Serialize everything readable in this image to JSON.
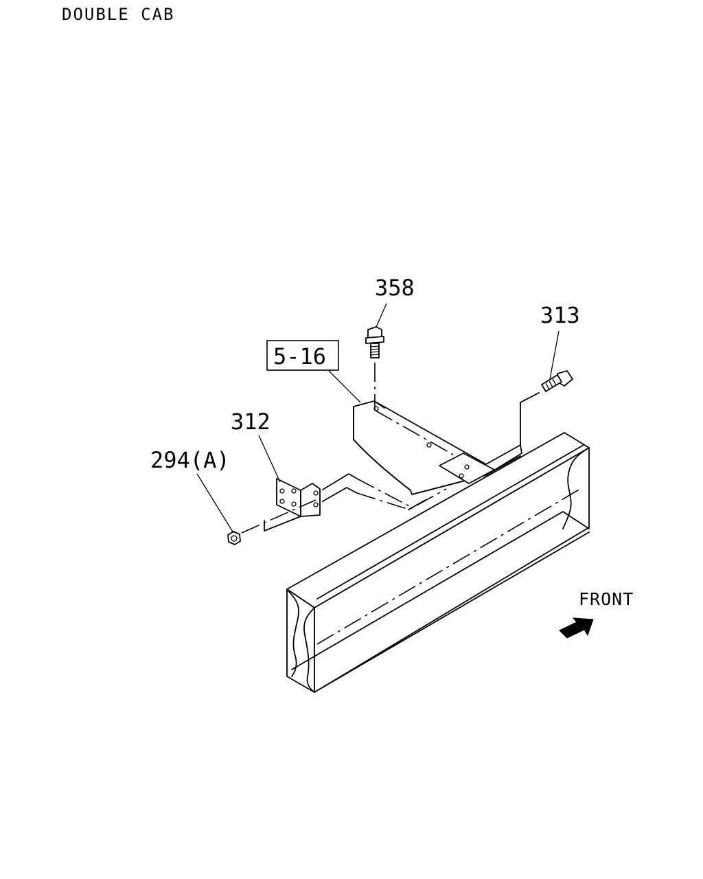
{
  "header": {
    "title": "DOUBLE CAB"
  },
  "callouts": {
    "c358": "358",
    "c313": "313",
    "c516": "5-16",
    "c312": "312",
    "c294": "294(A)"
  },
  "direction": {
    "label": "FRONT",
    "icon": "arrow-icon"
  }
}
